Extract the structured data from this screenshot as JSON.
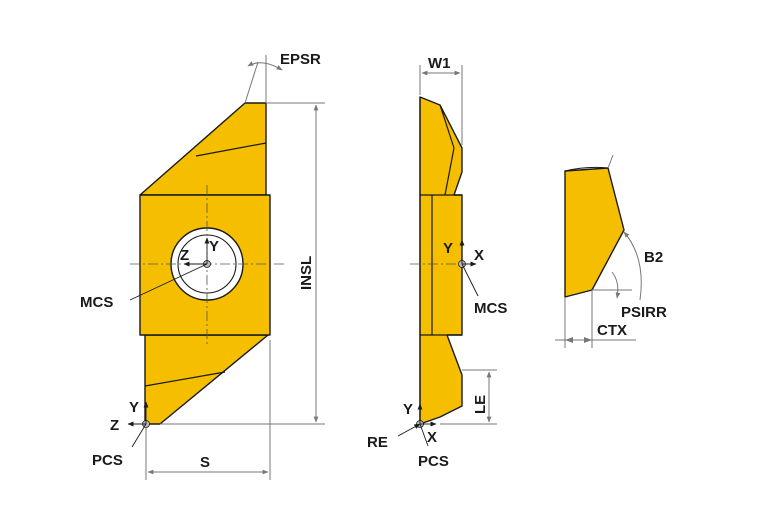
{
  "labels": {
    "epsr": "EPSR",
    "insl": "INSL",
    "s": "S",
    "w1": "W1",
    "le": "LE",
    "b2": "B2",
    "psirr": "PSIRR",
    "ctx": "CTX",
    "mcs_left": "MCS",
    "mcs_mid": "MCS",
    "pcs_left": "PCS",
    "pcs_mid": "PCS",
    "re": "RE",
    "axis_y_center": "Y",
    "axis_z_center": "Z",
    "axis_y_pcs_left": "Y",
    "axis_z_pcs_left": "Z",
    "axis_y_mcs_mid": "Y",
    "axis_x_mcs_mid": "X",
    "axis_y_pcs_mid": "Y",
    "axis_x_pcs_mid": "X"
  },
  "colors": {
    "insert_fill": "#f5bf00",
    "outline": "#1a1a1a",
    "dimension": "#777777"
  }
}
